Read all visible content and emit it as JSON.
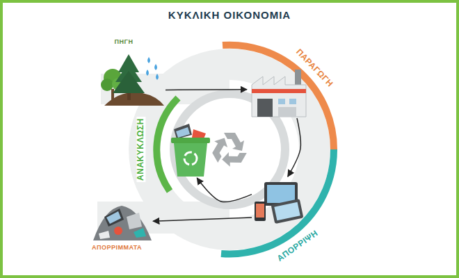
{
  "diagram": {
    "title": "ΚΥΚΛΙΚΗ ΟΙΚΟΝΟΜΙΑ",
    "nodes": [
      {
        "text": [
          "ΠΗΓΗ"
        ]
      },
      {
        "text": [
          "ΠΑΡΑΓΩΓΗ"
        ]
      },
      {
        "text": [
          "ΑΠΟΡΡΙΨΗ"
        ]
      },
      {
        "text": [
          "ΑΝΑΚΥΚΛΩΣΗ"
        ]
      },
      {
        "text": [
          "ΑΠΟΡΡΙΜΜΑΤΑ"
        ]
      }
    ],
    "edges": [
      {
        "from": 0,
        "to": 1,
        "arrow": "to"
      },
      {
        "from": 1,
        "to": 2,
        "arrow": "to"
      },
      {
        "from": 2,
        "to": 3,
        "arrow": "to"
      },
      {
        "from": 2,
        "to": 4,
        "arrow": "to"
      }
    ]
  }
}
